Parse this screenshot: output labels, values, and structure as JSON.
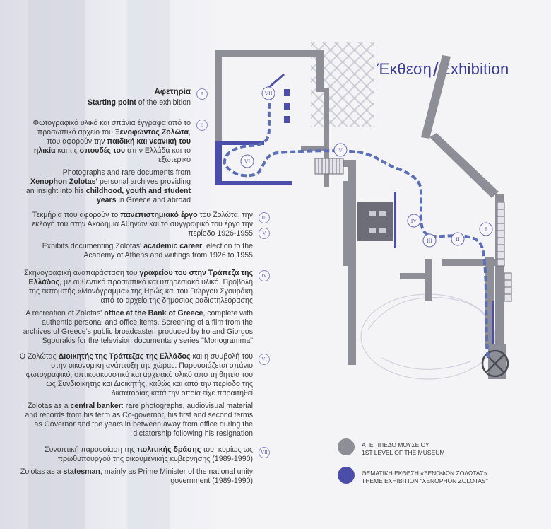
{
  "title": {
    "greek": "Έκθεση",
    "slash": "/",
    "english": "Exhibition"
  },
  "sections": [
    {
      "marker": "I",
      "greek_head": "Αφετηρία",
      "english_bold": "Starting point",
      "english_rest": " of the exhibition"
    },
    {
      "marker": "II",
      "greek_p1": "Φωτογραφικό υλικό και σπάνια έγγραφα από το προσωπικό αρχείο του ",
      "greek_b1": "Ξενοφώντος Ζολώτα",
      "greek_p2": ", που αφορούν την ",
      "greek_b2": "παιδική και νεανική του ηλικία",
      "greek_p3": " και τις ",
      "greek_b3": "σπουδές του",
      "greek_p4": " στην Ελλάδα και το εξωτερικό",
      "en_p1": "Photographs and rare documents from ",
      "en_b1": "Xenophon Zolotas'",
      "en_p2": " personal archives providing an insight into his ",
      "en_b2": "childhood, youth and student years",
      "en_p3": " in Greece and abroad"
    },
    {
      "marker": "III",
      "marker2": "V",
      "greek_p1": "Τεκμήρια που αφορούν το ",
      "greek_b1": "πανεπιστημιακό έργο",
      "greek_p2": " του Ζολώτα, την εκλογή του στην Ακαδημία Αθηνών και το συγγραφικό του έργο την περίοδο 1926-1955",
      "en_p1": "Exhibits documenting Zolotas' ",
      "en_b1": "academic career",
      "en_p2": ", election to the Academy of Athens and writings from 1926 to 1955"
    },
    {
      "marker": "IV",
      "greek_p1": "Σκηνογραφική αναπαράσταση του ",
      "greek_b1": "γραφείου του στην Τράπεζα της Ελλάδος",
      "greek_p2": ", με αυθεντικό προσωπικό και υπηρεσιακό υλικό. Προβολή της εκπομπής «Μονόγραμμα» της Ηρώς και του Γιώργου Σγουράκη από το αρχείο της δημόσιας ραδιοτηλεόρασης",
      "en_p1": "A recreation of Zolotas' ",
      "en_b1": "office at the Bank of Greece",
      "en_p2": ", complete with authentic personal and office items. Screening of a film from the archives of Greece's public broadcaster, produced by Iro and Giorgos Sgourakis for the television documentary series \"Monogramma\""
    },
    {
      "marker": "VI",
      "greek_p1": "Ο Ζολώτας ",
      "greek_b1": "Διοικητής της Τράπεζας της Ελλάδος",
      "greek_p2": " και η συμβολή του στην οικονομική ανάπτυξη της χώρας. Παρουσιάζεται σπάνιο φωτογραφικό, οπτικοακουστικό και αρχειακό υλικό από τη θητεία του ως Συνδιοικητής και Διοικητής, καθώς και από την περίοδο της δικτατορίας κατά την οποία είχε παραιτηθεί",
      "en_p1": "Zolotas as a ",
      "en_b1": "central banker",
      "en_p2": ": rare photographs, audiovisual material and records from his term as Co-governor, his first and second terms as Governor and the years in between away from office during the dictatorship following his resignation"
    },
    {
      "marker": "VII",
      "greek_p1": "Συνοπτική παρουσίαση της ",
      "greek_b1": "πολιτικής δράσης",
      "greek_p2": " του, κυρίως ως πρωθυπουργού της οικουμενικής κυβέρνησης (1989-1990)",
      "en_p1": "Zolotas as a ",
      "en_b1": "statesman",
      "en_p2": ", mainly as Prime Minister of the national unity government (1989-1990)"
    }
  ],
  "map_labels": [
    "VII",
    "VI",
    "V",
    "IV",
    "III",
    "II",
    "I"
  ],
  "legend": [
    {
      "line1": "Α΄ ΕΠΙΠΕΔΟ ΜΟΥΣΕΙΟΥ",
      "line2": "1ST LEVEL OF THE MUSEUM",
      "color": "#8d8e96"
    },
    {
      "line1": "ΘΕΜΑΤΙΚΗ ΕΚΘΕΣΗ «ΞΕΝΟΦΩΝ ΖΟΛΩΤΑΣ»",
      "line2": "THEME EXHIBITION \"XENOPHON ZOLOTAS\"",
      "color": "#4b4dab"
    }
  ],
  "colors": {
    "accent": "#4b4dab",
    "wall": "#8d8e96",
    "path": "#5a6fb8"
  }
}
